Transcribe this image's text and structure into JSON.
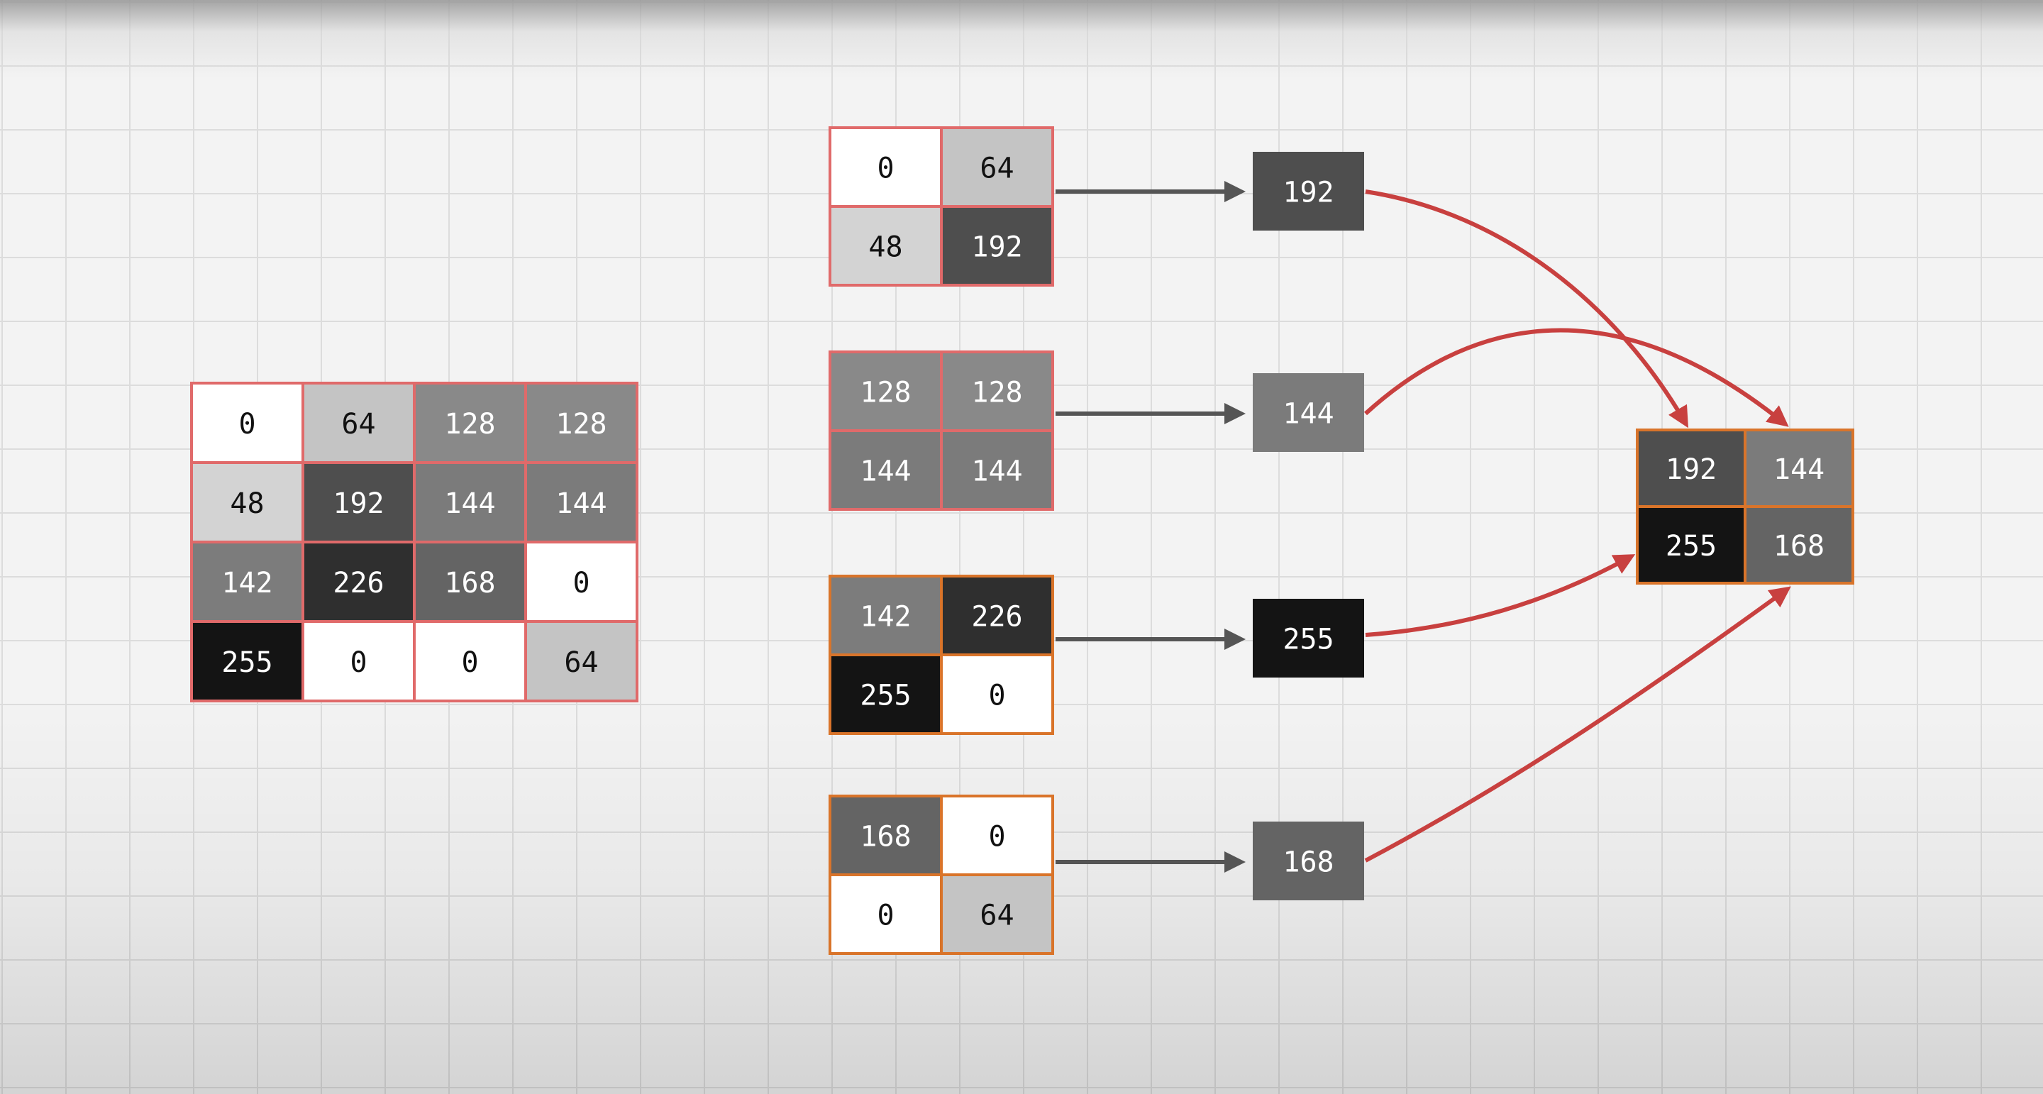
{
  "input_grid": {
    "rows": [
      [
        0,
        64,
        128,
        128
      ],
      [
        48,
        192,
        144,
        144
      ],
      [
        142,
        226,
        168,
        0
      ],
      [
        255,
        0,
        0,
        64
      ]
    ]
  },
  "windows": [
    {
      "cells": [
        [
          0,
          64
        ],
        [
          48,
          192
        ]
      ],
      "max": 192,
      "border_color": "#e06a6a"
    },
    {
      "cells": [
        [
          128,
          128
        ],
        [
          144,
          144
        ]
      ],
      "max": 144,
      "border_color": "#e06a6a"
    },
    {
      "cells": [
        [
          142,
          226
        ],
        [
          255,
          0
        ]
      ],
      "max": 255,
      "border_color": "#d9742a"
    },
    {
      "cells": [
        [
          168,
          0
        ],
        [
          0,
          64
        ]
      ],
      "max": 168,
      "border_color": "#d9742a"
    }
  ],
  "output_grid": {
    "rows": [
      [
        192,
        144
      ],
      [
        255,
        168
      ]
    ],
    "border_color": "#d9742a"
  },
  "colors": {
    "input_border": "#e06a6a",
    "window_border_red": "#e06a6a",
    "window_border_orange": "#d9742a",
    "output_border": "#d9742a",
    "arrow_gray": "#555555",
    "arrow_red": "#c8403f"
  }
}
